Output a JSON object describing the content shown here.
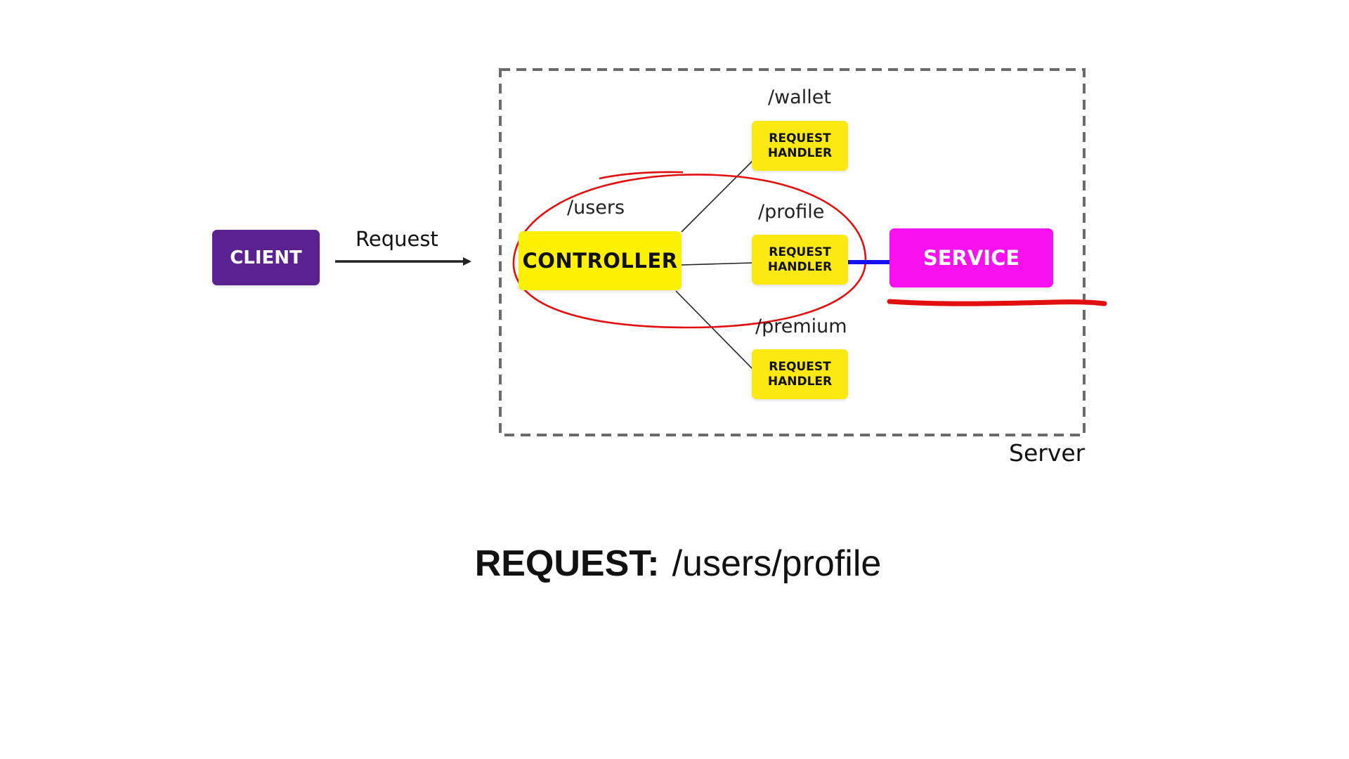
{
  "colors": {
    "client": "#5a2290",
    "controller": "#fcf003",
    "handler": "#fbe911",
    "service": "#f611ee",
    "annotation": "#e10f0f",
    "flow_arrow": "#1511f0",
    "dashed_border": "#6b6b6b"
  },
  "client": {
    "label": "CLIENT"
  },
  "request_arrow": {
    "label": "Request"
  },
  "server": {
    "label": "Server",
    "controller": {
      "route": "/users",
      "label": "CONTROLLER"
    },
    "handlers": [
      {
        "route": "/wallet",
        "label": "REQUEST\nHANDLER"
      },
      {
        "route": "/profile",
        "label": "REQUEST\nHANDLER"
      },
      {
        "route": "/premium",
        "label": "REQUEST\nHANDLER"
      }
    ],
    "service": {
      "label": "SERVICE"
    }
  },
  "request_line": {
    "key": "REQUEST:",
    "value": "/users/profile"
  }
}
